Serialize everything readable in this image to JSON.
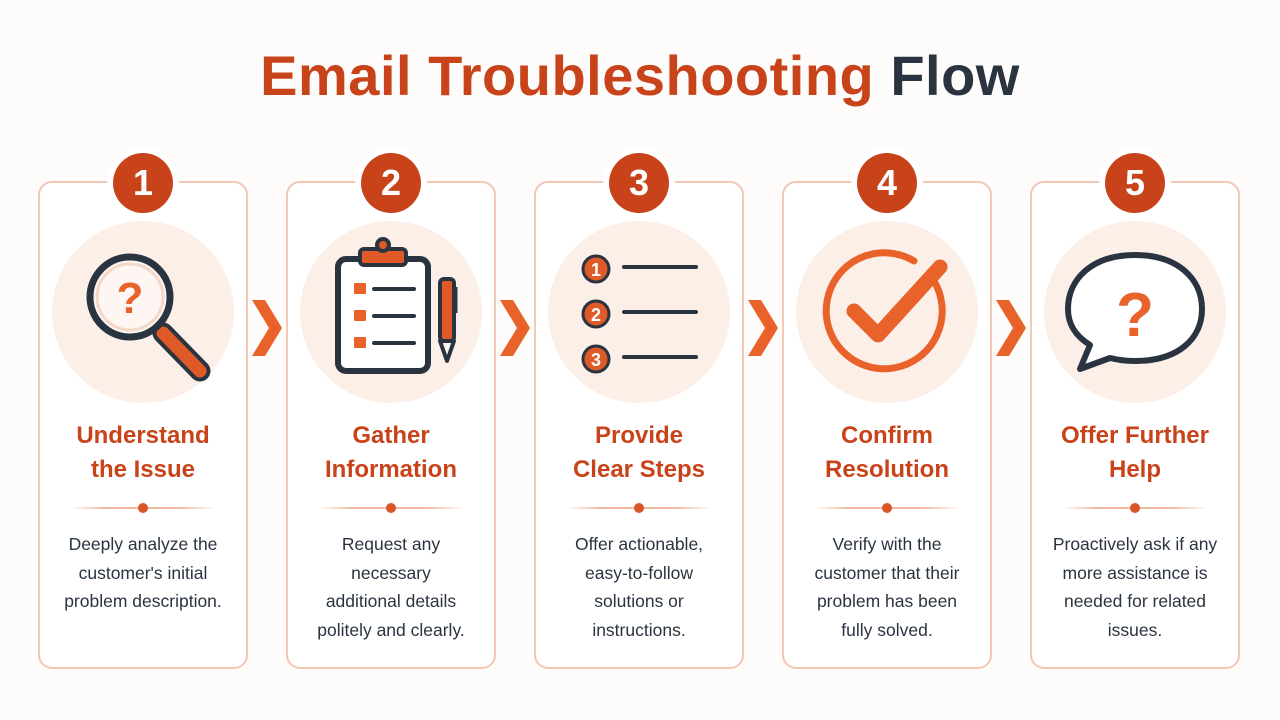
{
  "title": {
    "main": "Email Troubleshooting",
    "accent": "Flow"
  },
  "colors": {
    "primary": "#c8431a",
    "accent": "#e8622a",
    "dark": "#2a3440",
    "card_border": "#f2c7b4",
    "icon_bg": "#fcefe8"
  },
  "steps": [
    {
      "number": "1",
      "icon": "magnifier-question-icon",
      "heading_line1": "Understand",
      "heading_line2": "the Issue",
      "desc_lines": [
        "Deeply analyze the",
        "customer's initial",
        "problem description."
      ]
    },
    {
      "number": "2",
      "icon": "clipboard-pen-icon",
      "heading_line1": "Gather",
      "heading_line2": "Information",
      "desc_lines": [
        "Request any necessary",
        "additional details",
        "politely and clearly."
      ]
    },
    {
      "number": "3",
      "icon": "numbered-list-icon",
      "list_numbers": [
        "1",
        "2",
        "3"
      ],
      "heading_line1": "Provide",
      "heading_line2": "Clear Steps",
      "desc_lines": [
        "Offer actionable,",
        "easy-to-follow",
        "solutions or",
        "instructions."
      ]
    },
    {
      "number": "4",
      "icon": "check-circle-icon",
      "heading_line1": "Confirm",
      "heading_line2": "Resolution",
      "desc_lines": [
        "Verify with the",
        "customer that their",
        "problem has been",
        "fully solved."
      ]
    },
    {
      "number": "5",
      "icon": "speech-bubble-question-icon",
      "heading_line1": "Offer Further",
      "heading_line2": "Help",
      "desc_lines": [
        "Proactively ask if any",
        "more assistance is",
        "needed for related",
        "issues."
      ]
    }
  ]
}
